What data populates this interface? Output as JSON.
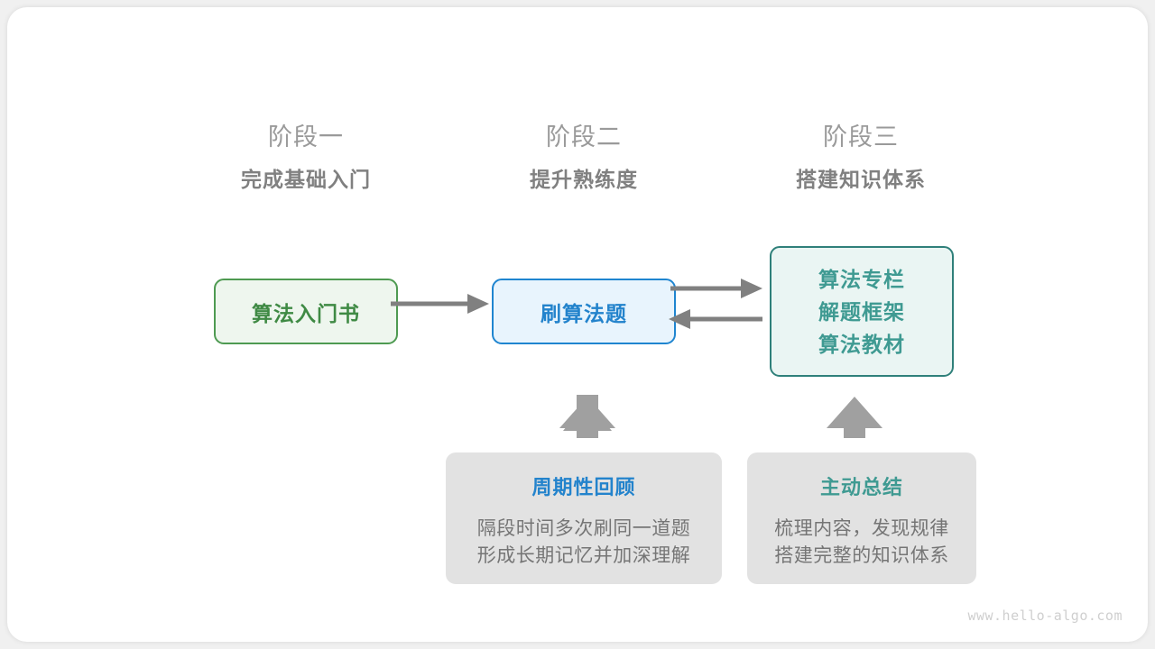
{
  "watermark": "www.hello-algo.com",
  "colors": {
    "background": "#f0f0f0",
    "card": "#ffffff",
    "green": "#3f8a44",
    "green_border": "#4e9a51",
    "green_fill": "#eef6ee",
    "blue": "#2383cc",
    "blue_border": "#1f85d0",
    "blue_fill": "#e8f4fd",
    "teal": "#3f9a92",
    "teal_border": "#2f807a",
    "teal_fill": "#eaf5f3",
    "arrow_gray": "#808080",
    "block_arrow_gray": "#a0a0a0",
    "note_fill": "#e2e2e2",
    "stage_num_gray": "#9a9a9a",
    "stage_title_gray": "#808080",
    "note_body_gray": "#757575",
    "watermark_gray": "#cfcfcf"
  },
  "stages": [
    {
      "number": "阶段一",
      "title": "完成基础入门"
    },
    {
      "number": "阶段二",
      "title": "提升熟练度"
    },
    {
      "number": "阶段三",
      "title": "搭建知识体系"
    }
  ],
  "nodes": {
    "book": {
      "label": "算法入门书"
    },
    "practice": {
      "label": "刷算法题"
    },
    "resources": {
      "line1": "算法专栏",
      "line2": "解题框架",
      "line3": "算法教材"
    }
  },
  "notes": [
    {
      "title": "周期性回顾",
      "body_line1": "隔段时间多次刷同一道题",
      "body_line2": "形成长期记忆并加深理解"
    },
    {
      "title": "主动总结",
      "body_line1": "梳理内容，发现规律",
      "body_line2": "搭建完整的知识体系"
    }
  ],
  "arrows": [
    {
      "name": "book-to-practice",
      "direction": "right"
    },
    {
      "name": "practice-to-resources",
      "direction": "right"
    },
    {
      "name": "resources-to-practice",
      "direction": "left"
    },
    {
      "name": "review-to-practice",
      "direction": "up"
    },
    {
      "name": "summary-to-resources",
      "direction": "up"
    }
  ]
}
